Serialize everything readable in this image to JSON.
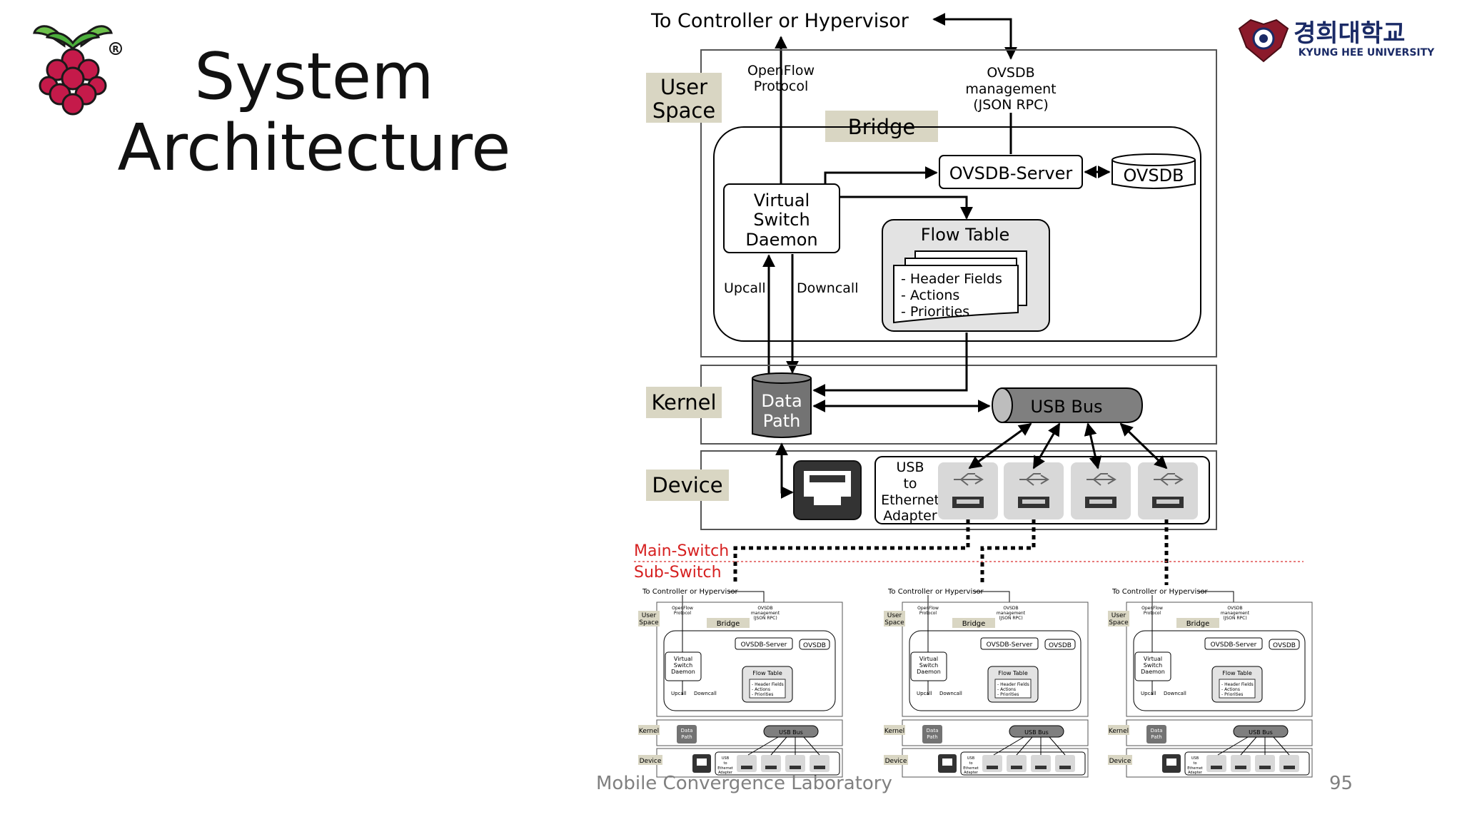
{
  "slide": {
    "title_line1": "System",
    "title_line2": "Architecture",
    "footer": "Mobile Convergence Laboratory",
    "page_number": "95"
  },
  "university": {
    "korean_name": "경희대학교",
    "english_name": "KYUNG HEE UNIVERSITY"
  },
  "diagram": {
    "to_controller": "To Controller or Hypervisor",
    "openflow_line1": "OpenFlow",
    "openflow_line2": "Protocol",
    "ovsdb_mgmt_line1": "OVSDB",
    "ovsdb_mgmt_line2": "management",
    "ovsdb_mgmt_line3": "(JSON RPC)",
    "layer_user_line1": "User",
    "layer_user_line2": "Space",
    "layer_kernel": "Kernel",
    "layer_device": "Device",
    "bridge": "Bridge",
    "ovsdb_server": "OVSDB-Server",
    "ovsdb": "OVSDB",
    "vsd_line1": "Virtual",
    "vsd_line2": "Switch",
    "vsd_line3": "Daemon",
    "flow_table": "Flow Table",
    "field_1": "- Header Fields",
    "field_2": "- Actions",
    "field_3": "- Priorities",
    "upcall": "Upcall",
    "downcall": "Downcall",
    "datapath_line1": "Data",
    "datapath_line2": "Path",
    "usb_bus": "USB Bus",
    "adapter_line1": "USB",
    "adapter_line2": "to",
    "adapter_line3": "Ethernet",
    "adapter_line4": "Adapter",
    "main_switch": "Main-Switch",
    "sub_switch": "Sub-Switch"
  },
  "colors": {
    "layer_label_bg": "#d9d6c3",
    "datapath_fill": "#737373",
    "usb_bus_fill": "#7f7f7f",
    "main_switch_text": "#d62020",
    "separator_line": "#e05050",
    "port_tile": "#d8d8d8"
  }
}
